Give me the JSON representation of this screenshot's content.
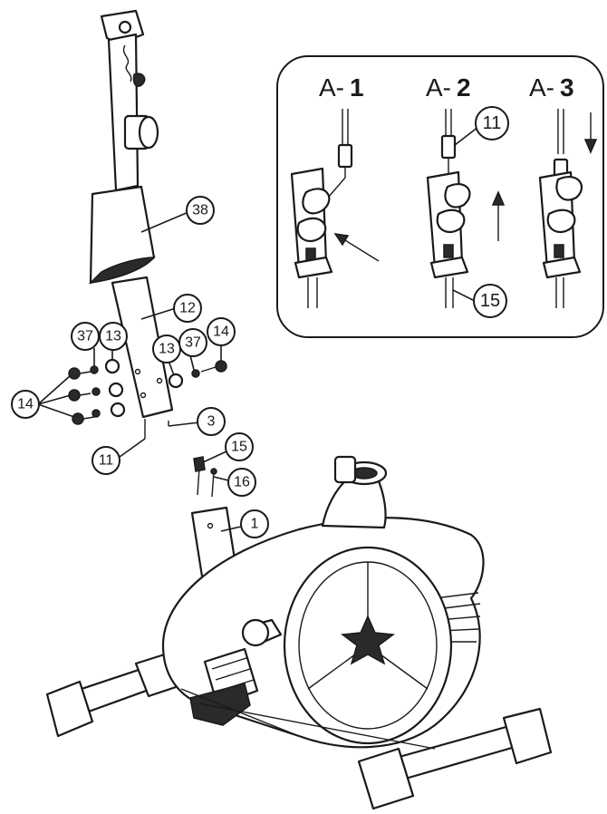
{
  "callouts": {
    "c38": "38",
    "c12": "12",
    "c37a": "37",
    "c13a": "13",
    "c13b": "13",
    "c37b": "37",
    "c14a": "14",
    "c14b": "14",
    "c3": "3",
    "c11": "11",
    "c15": "15",
    "c16": "16",
    "c1": "1"
  },
  "detail": {
    "steps": [
      {
        "prefix": "A-",
        "number": "1"
      },
      {
        "prefix": "A-",
        "number": "2"
      },
      {
        "prefix": "A-",
        "number": "3"
      }
    ],
    "callouts": {
      "cable_upper": "11",
      "cable_lower": "15"
    }
  },
  "colors": {
    "line": "#1a1a1a",
    "background": "#ffffff",
    "fill_dark": "#2a2a2a"
  }
}
